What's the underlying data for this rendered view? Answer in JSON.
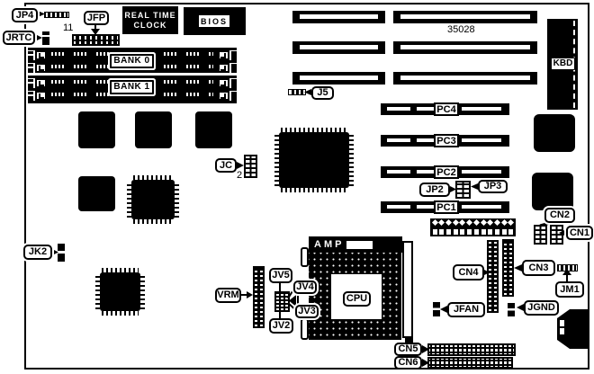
{
  "board": {
    "part_number": "35028",
    "rtc_label_line1": "REAL TIME",
    "rtc_label_line2": "CLOCK",
    "bios_label": "BIOS",
    "amp_label": "AMP",
    "cpu_label": "CPU",
    "kbd_label": "KBD"
  },
  "memory": {
    "bank0_label": "BANK 0",
    "bank1_label": "BANK 1"
  },
  "pci_slots": {
    "pc1": "PC1",
    "pc2": "PC2",
    "pc3": "PC3",
    "pc4": "PC4"
  },
  "jumpers": {
    "jp4": "JP4",
    "jrtc": "JRTC",
    "jfp": "JFP",
    "jfp_pin": "11",
    "j5": "J5",
    "jc": "JC",
    "jc_pin": "2",
    "jk2": "JK2",
    "jp2": "JP2",
    "jp3": "JP3",
    "jm1": "JM1",
    "jfan": "JFAN",
    "jgnd": "JGND",
    "jv2": "JV2",
    "jv3": "JV3",
    "jv4": "JV4",
    "jv5": "JV5"
  },
  "connectors": {
    "cn1": "CN1",
    "cn2": "CN2",
    "cn3": "CN3",
    "cn4": "CN4",
    "cn5": "CN5",
    "cn6": "CN6",
    "vrm": "VRM"
  }
}
